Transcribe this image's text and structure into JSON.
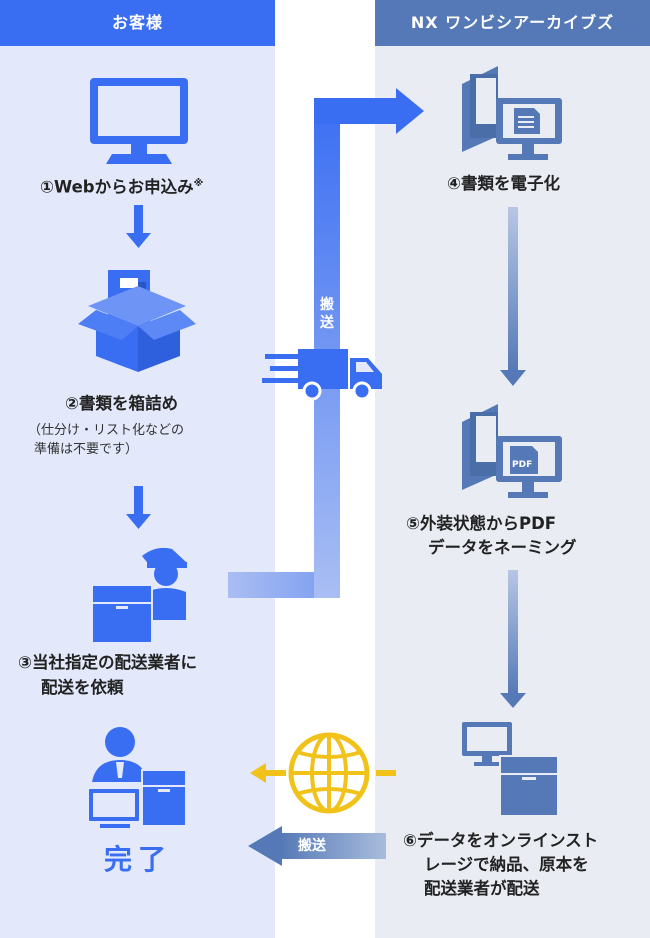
{
  "headers": {
    "customer": "お客様",
    "nx": "NX ワンビシアーカイブズ"
  },
  "steps": {
    "s1": {
      "label": "①Webからお申込み",
      "note": "※"
    },
    "s2": {
      "label": "②書類を箱詰め",
      "sub1": "（仕分け・リスト化などの",
      "sub2": "準備は不要です）"
    },
    "s3": {
      "line1": "③当社指定の配送業者に",
      "line2": "配送を依頼"
    },
    "s4": {
      "label": "④書類を電子化"
    },
    "s5": {
      "line1": "⑤外装状態からPDF",
      "line2": "データをネーミング"
    },
    "s6": {
      "line1": "⑥データをオンラインスト",
      "line2": "レージで納品、原本を",
      "line3": "配送業者が配送"
    }
  },
  "transport": {
    "vertical": "搬送",
    "horizontal": "搬送"
  },
  "pdf_badge": "PDF",
  "done": "完了",
  "colors": {
    "customer_bg": "#e3e9fb",
    "nx_bg": "#e9edf3",
    "customer_header": "#3a6ef2",
    "nx_header": "#5579b6",
    "icon_blue": "#3a6ef2",
    "icon_steel": "#5579b6",
    "globe": "#f0c21a"
  },
  "icons": [
    "monitor-icon",
    "box-icon",
    "delivery-person-icon",
    "truck-icon",
    "document-scan-icon",
    "pdf-scan-icon",
    "storage-icon",
    "globe-icon",
    "user-complete-icon"
  ]
}
